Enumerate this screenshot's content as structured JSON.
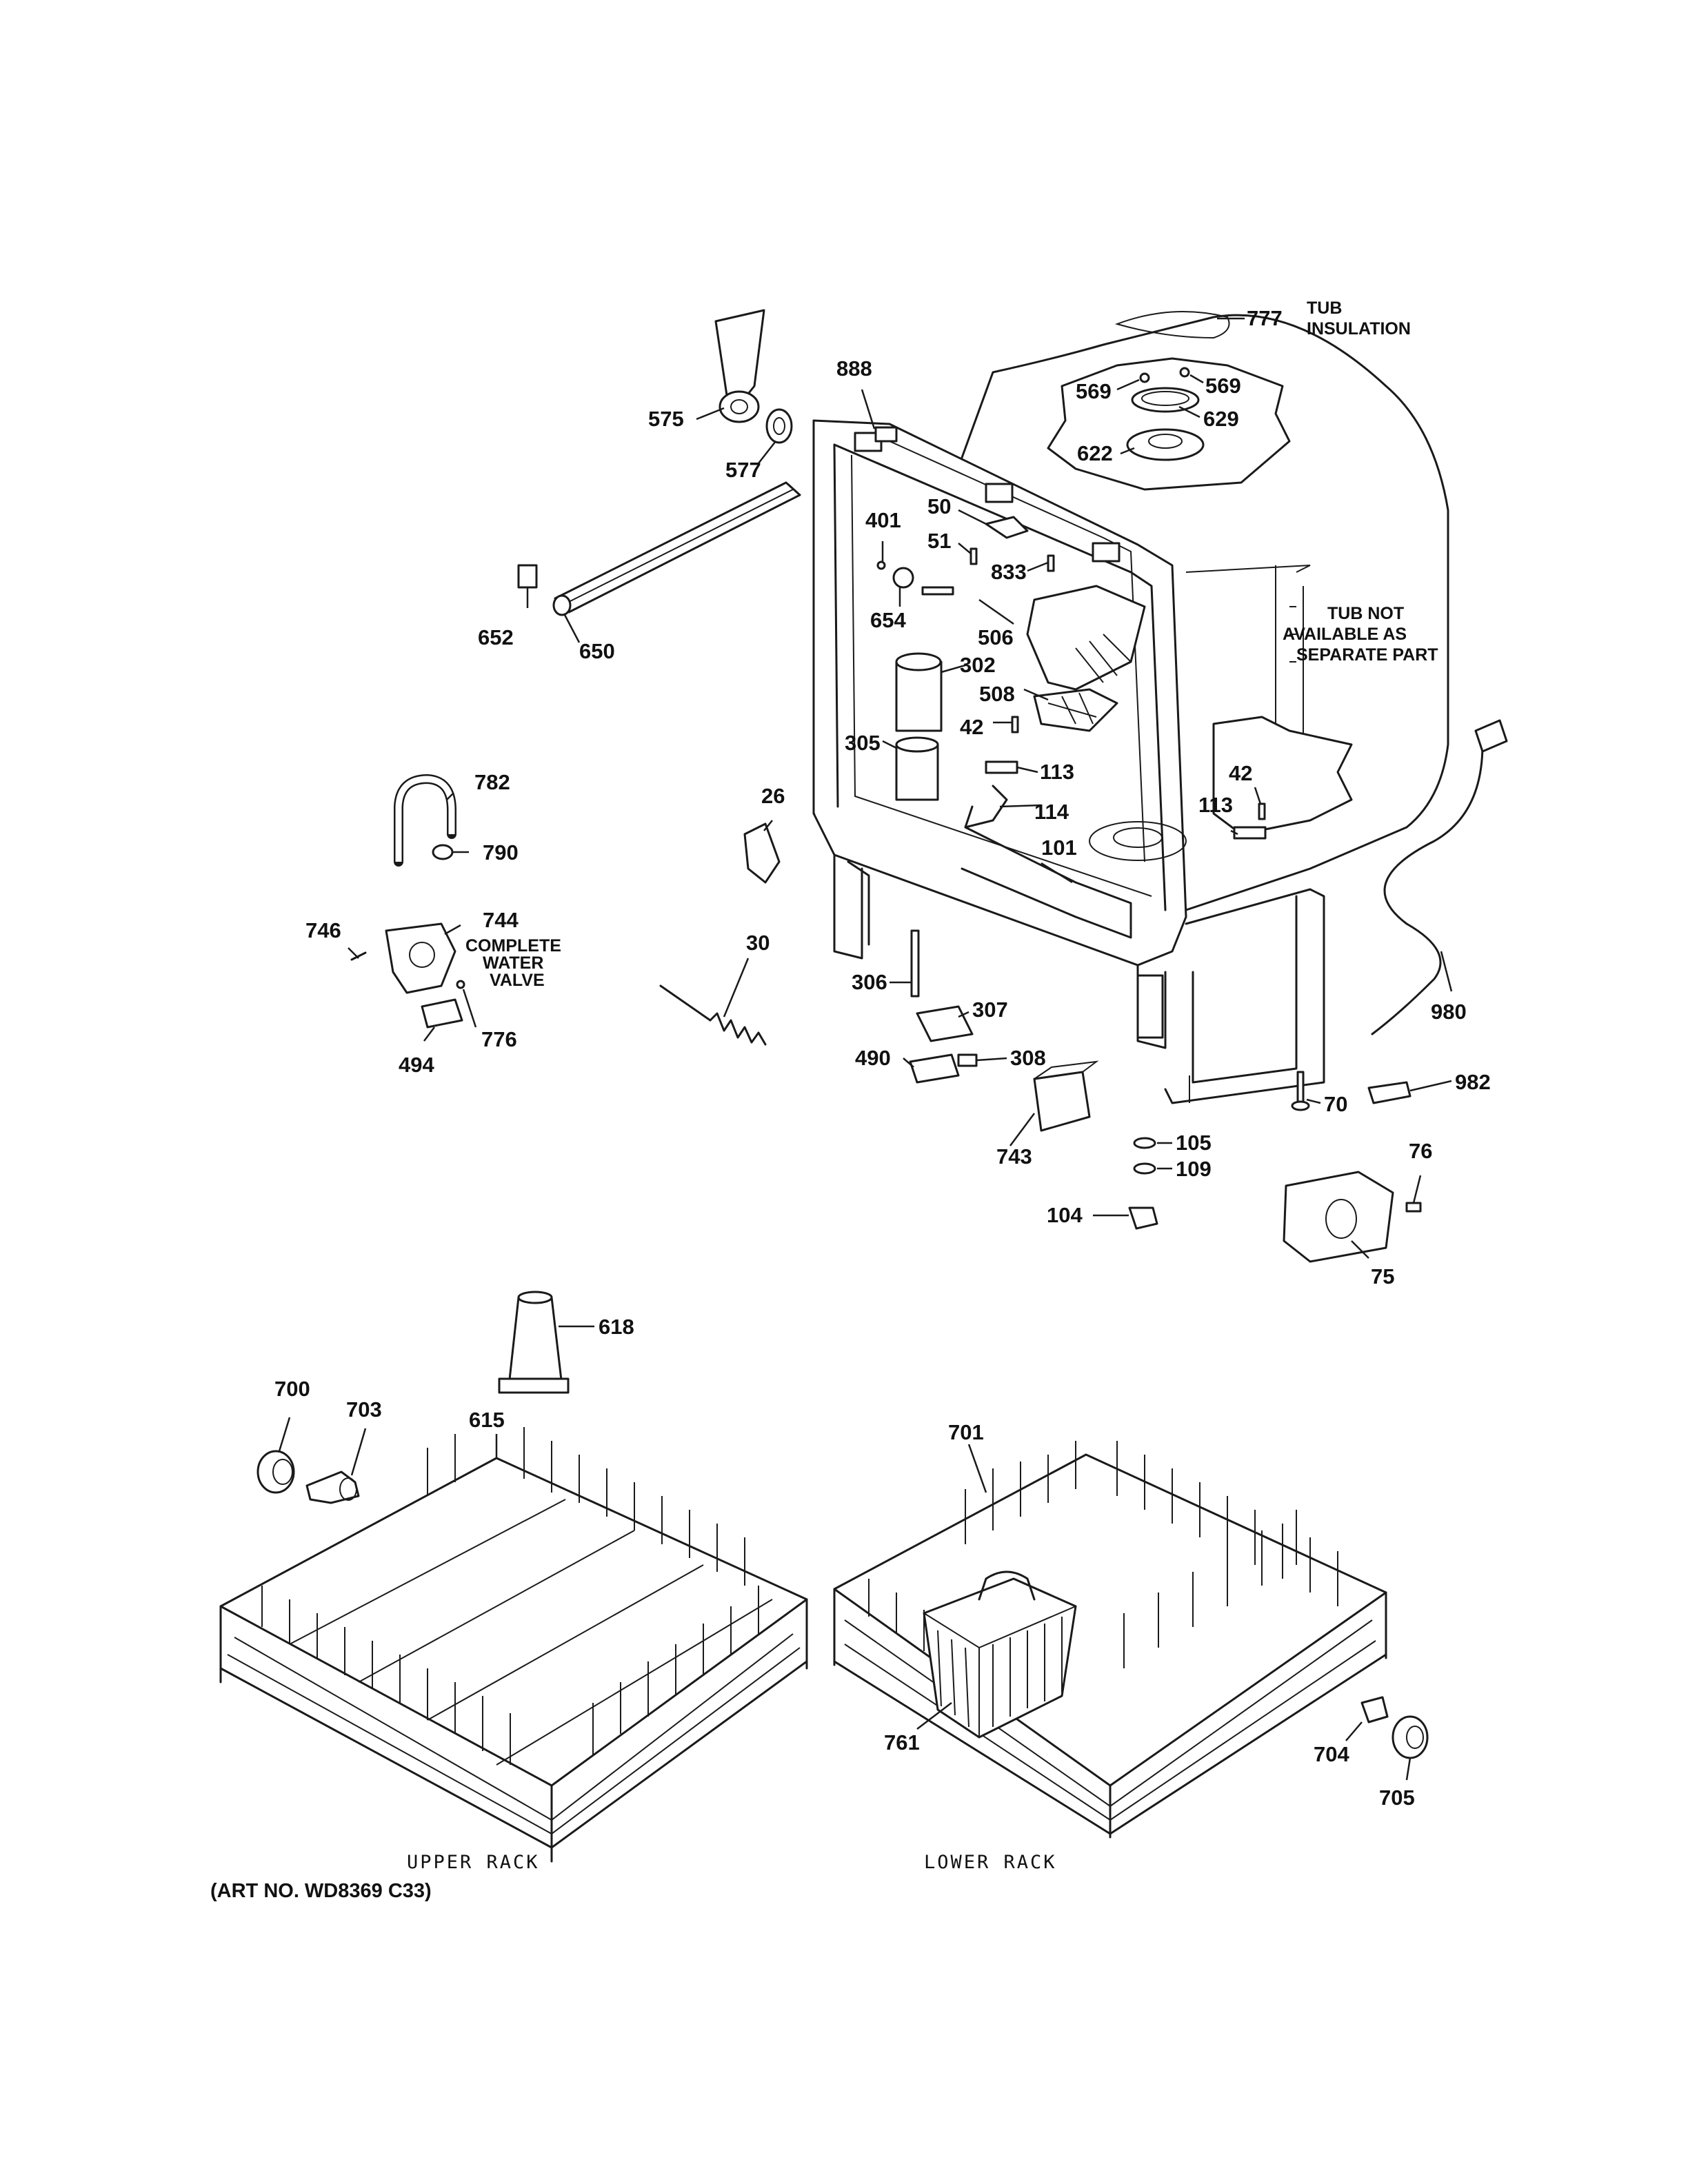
{
  "parts": {
    "p777": "777",
    "p888": "888",
    "p575": "575",
    "p577": "577",
    "p569a": "569",
    "p569b": "569",
    "p629": "629",
    "p622": "622",
    "p50": "50",
    "p401": "401",
    "p51": "51",
    "p833": "833",
    "p652": "652",
    "p650": "650",
    "p654": "654",
    "p506": "506",
    "p302": "302",
    "p508": "508",
    "p42a": "42",
    "p305": "305",
    "p113a": "113",
    "p42b": "42",
    "p113b": "113",
    "p26": "26",
    "p114": "114",
    "p782": "782",
    "p790": "790",
    "p101": "101",
    "p746": "746",
    "p744": "744",
    "p30": "30",
    "p306": "306",
    "p307": "307",
    "p494": "494",
    "p776": "776",
    "p490": "490",
    "p308": "308",
    "p980": "980",
    "p982": "982",
    "p70": "70",
    "p743": "743",
    "p105": "105",
    "p109": "109",
    "p76": "76",
    "p104": "104",
    "p75": "75",
    "p618": "618",
    "p700": "700",
    "p703": "703",
    "p615": "615",
    "p701": "701",
    "p761": "761",
    "p704": "704",
    "p705": "705"
  },
  "notes": {
    "tub_insulation": [
      "TUB",
      "INSULATION"
    ],
    "tub_not_available": [
      "TUB NOT",
      "AVAILABLE AS",
      "SEPARATE PART"
    ],
    "complete_water_valve": [
      "COMPLETE",
      "WATER",
      "VALVE"
    ]
  },
  "captions": {
    "upper_rack": "UPPER RACK",
    "lower_rack": "LOWER RACK",
    "art_no": "(ART NO. WD8369 C33)"
  }
}
